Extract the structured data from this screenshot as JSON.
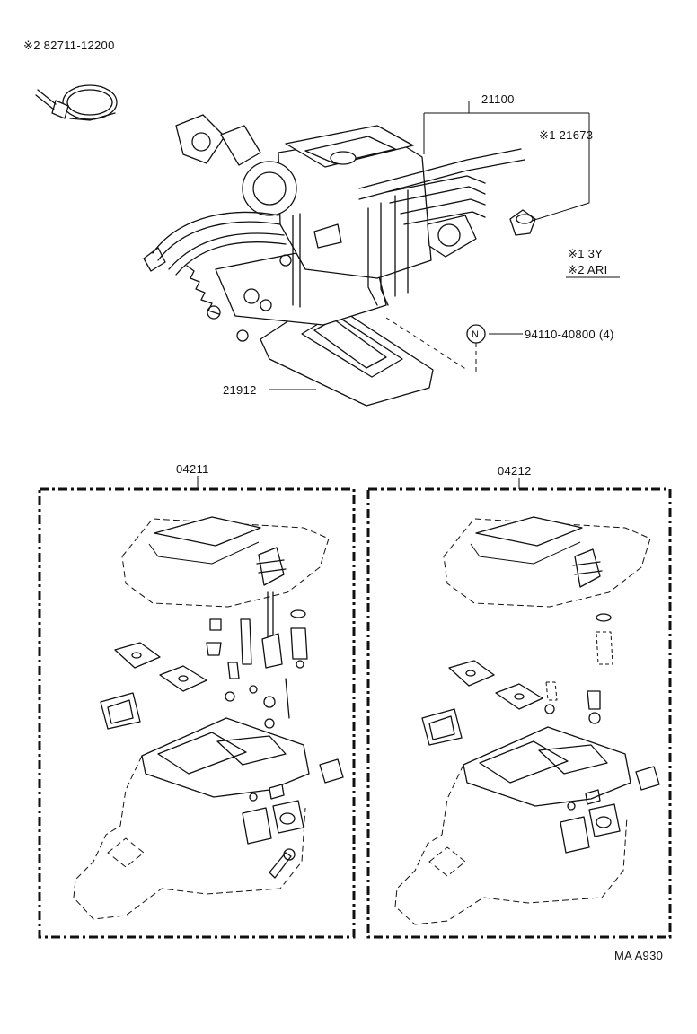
{
  "labels": {
    "clamp_part": "※2 82711-12200",
    "carb_assy": "21100",
    "cap_part": "※1  21673",
    "note_1": "※1 3Y",
    "note_2": "※2 ARI",
    "nut_symbol": "N",
    "nut_part": "94110-40800 (4)",
    "gasket_part": "21912",
    "kit_left": "04211",
    "kit_right": "04212",
    "diagram_code": "MA A930"
  }
}
